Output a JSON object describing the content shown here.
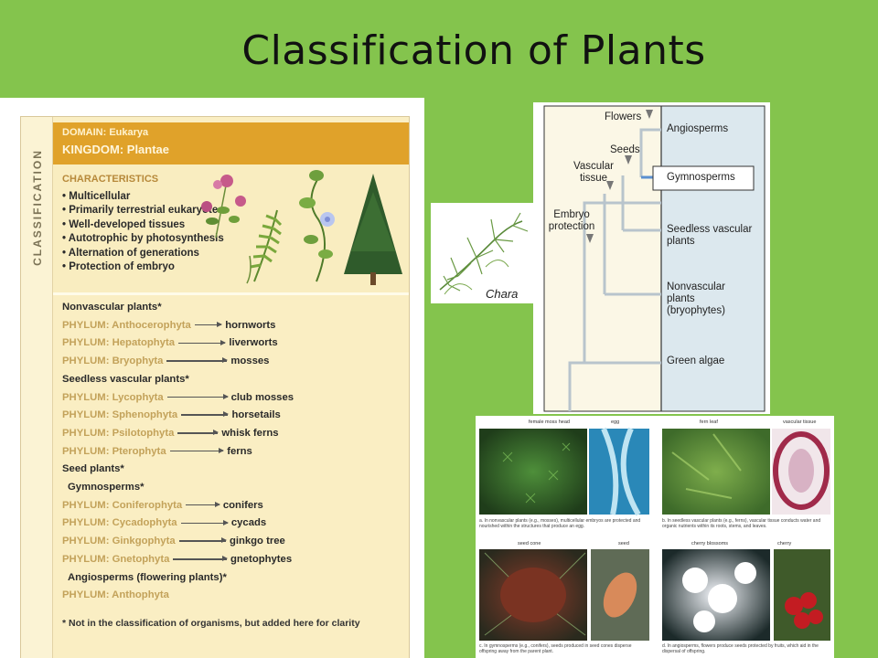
{
  "slide": {
    "title": "Classification of Plants"
  },
  "classification": {
    "side_label": "CLASSIFICATION",
    "domain": "DOMAIN: Eukarya",
    "kingdom": "KINGDOM: Plantae",
    "characteristics_header": "CHARACTERISTICS",
    "characteristics": [
      "Multicellular",
      "Primarily terrestrial eukaryotes",
      "Well-developed tissues",
      "Autotrophic by photosynthesis",
      "Alternation of generations",
      "Protection of embryo"
    ],
    "rows": [
      {
        "kind": "group",
        "text": "Nonvascular plants*"
      },
      {
        "kind": "phylum",
        "phylum": "PHYLUM: Anthocerophyta",
        "example": "hornworts"
      },
      {
        "kind": "phylum",
        "phylum": "PHYLUM: Hepatophyta",
        "example": "liverworts"
      },
      {
        "kind": "phylum",
        "phylum": "PHYLUM: Bryophyta",
        "example": "mosses"
      },
      {
        "kind": "group",
        "text": "Seedless vascular plants*"
      },
      {
        "kind": "phylum",
        "phylum": "PHYLUM: Lycophyta",
        "example": "club mosses"
      },
      {
        "kind": "phylum",
        "phylum": "PHYLUM: Sphenophyta",
        "example": "horsetails"
      },
      {
        "kind": "phylum",
        "phylum": "PHYLUM: Psilotophyta",
        "example": "whisk ferns"
      },
      {
        "kind": "phylum",
        "phylum": "PHYLUM: Pterophyta",
        "example": "ferns"
      },
      {
        "kind": "group",
        "text": "Seed plants*"
      },
      {
        "kind": "sub",
        "text": "Gymnosperms*"
      },
      {
        "kind": "phylum",
        "phylum": "PHYLUM: Coniferophyta",
        "example": "conifers"
      },
      {
        "kind": "phylum",
        "phylum": "PHYLUM: Cycadophyta",
        "example": "cycads"
      },
      {
        "kind": "phylum",
        "phylum": "PHYLUM: Ginkgophyta",
        "example": "ginkgo tree"
      },
      {
        "kind": "phylum",
        "phylum": "PHYLUM: Gnetophyta",
        "example": "gnetophytes"
      },
      {
        "kind": "sub",
        "text": "Angiosperms (flowering plants)*"
      },
      {
        "kind": "phylum",
        "phylum": "PHYLUM: Anthophyta",
        "example": ""
      }
    ],
    "footnote": "* Not in the classification of organisms, but added here for clarity"
  },
  "chara": {
    "label": "Chara"
  },
  "cladogram": {
    "traits": [
      "Flowers",
      "Seeds",
      "Vascular tissue",
      "Embryo protection"
    ],
    "groups": [
      "Angiosperms",
      "Gymnosperms",
      "Seedless vascular plants",
      "Nonvascular plants (bryophytes)",
      "Green algae"
    ],
    "highlighted": "Gymnosperms"
  },
  "photos": {
    "tags": [
      "female moss head",
      "egg",
      "fern leaf",
      "vascular tissue",
      "seed cone",
      "seed",
      "cherry blossoms",
      "cherry"
    ],
    "captions": [
      "a. In nonvascular plants (e.g., mosses), multicellular embryos are protected and nourished within the structures that produce an egg.",
      "b. In seedless vascular plants (e.g., ferns), vascular tissue conducts water and organic nutrients within its roots, stems, and leaves.",
      "c. In gymnosperms (e.g., conifers), seeds produced in seed cones disperse offspring away from the parent plant.",
      "d. In angiosperms, flowers produce seeds protected by fruits, which aid in the dispersal of offspring."
    ]
  },
  "colors": {
    "background": "#84c44d",
    "band": "#e0a22a",
    "card": "#faeec3",
    "clade_panel": "#dce8ee"
  }
}
